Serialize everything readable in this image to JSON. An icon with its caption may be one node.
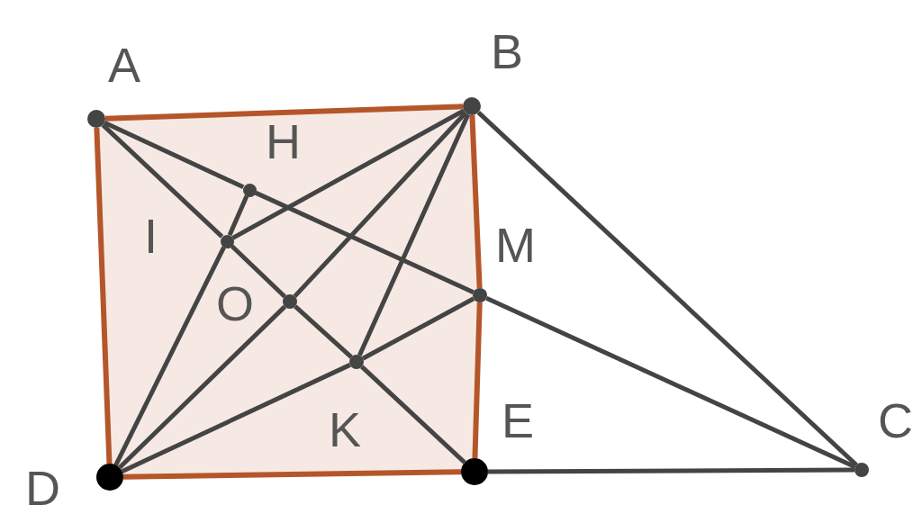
{
  "diagram": {
    "nodes": [
      {
        "text": [],
        "shape": "circle",
        "beside": [
          "A"
        ]
      },
      {
        "text": [],
        "shape": "circle",
        "beside": [
          "B"
        ]
      },
      {
        "text": [],
        "shape": "circle",
        "beside": [
          "H"
        ]
      },
      {
        "text": [],
        "shape": "circle",
        "beside": [
          "I"
        ]
      },
      {
        "text": [],
        "shape": "circle",
        "beside": [
          "M"
        ]
      },
      {
        "text": [],
        "shape": "circle",
        "beside": [
          "O"
        ]
      },
      {
        "text": [],
        "shape": "circle",
        "beside": [
          "K"
        ]
      },
      {
        "text": [],
        "shape": "circle",
        "beside": [
          "C"
        ]
      },
      {
        "text": [],
        "shape": "circle",
        "beside": [
          "D"
        ]
      },
      {
        "text": [],
        "shape": "circle",
        "beside": [
          "E"
        ]
      }
    ],
    "edges": [
      {
        "from": 0,
        "to": 1,
        "arrow": "none",
        "color": "#b5562a"
      },
      {
        "from": 1,
        "to": 4,
        "arrow": "none",
        "color": "#b5562a"
      },
      {
        "from": 4,
        "to": 9,
        "arrow": "none",
        "color": "#b5562a"
      },
      {
        "from": 9,
        "to": 8,
        "arrow": "none",
        "color": "#b5562a"
      },
      {
        "from": 8,
        "to": 0,
        "arrow": "none",
        "color": "#b5562a"
      },
      {
        "from": 0,
        "to": 2,
        "arrow": "none"
      },
      {
        "from": 2,
        "to": 4,
        "arrow": "none"
      },
      {
        "from": 4,
        "to": 7,
        "arrow": "none"
      },
      {
        "from": 0,
        "to": 3,
        "arrow": "none"
      },
      {
        "from": 3,
        "to": 5,
        "arrow": "none"
      },
      {
        "from": 5,
        "to": 6,
        "arrow": "none"
      },
      {
        "from": 6,
        "to": 9,
        "arrow": "none"
      },
      {
        "from": 1,
        "to": 5,
        "arrow": "none"
      },
      {
        "from": 5,
        "to": 8,
        "arrow": "none"
      },
      {
        "from": 2,
        "to": 3,
        "arrow": "none"
      },
      {
        "from": 3,
        "to": 1,
        "arrow": "none"
      },
      {
        "from": 3,
        "to": 8,
        "arrow": "none"
      },
      {
        "from": 1,
        "to": 6,
        "arrow": "none"
      },
      {
        "from": 8,
        "to": 6,
        "arrow": "none"
      },
      {
        "from": 6,
        "to": 4,
        "arrow": "none"
      },
      {
        "from": 1,
        "to": 7,
        "arrow": "none"
      },
      {
        "from": 9,
        "to": 7,
        "arrow": "none"
      }
    ]
  }
}
